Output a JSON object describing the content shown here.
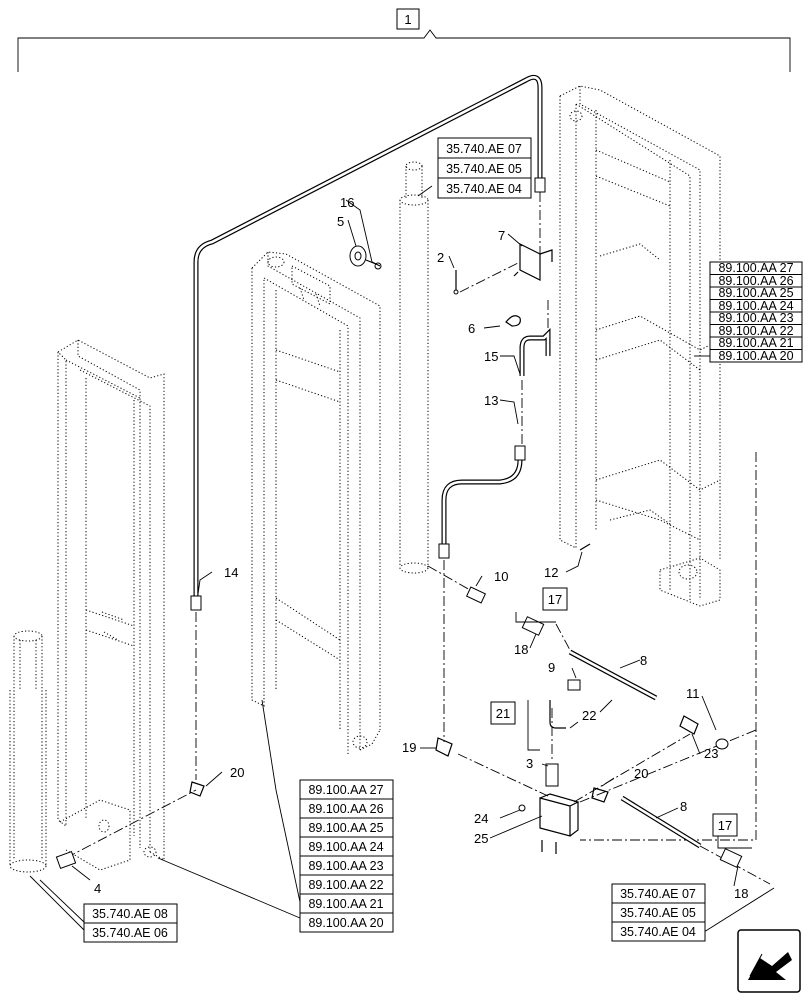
{
  "diagram": {
    "assembly_label": "1",
    "ref_groups": {
      "top_center": [
        "35.740.AE 07",
        "35.740.AE 05",
        "35.740.AE 04"
      ],
      "right": [
        "89.100.AA 27",
        "89.100.AA 26",
        "89.100.AA 25",
        "89.100.AA 24",
        "89.100.AA 23",
        "89.100.AA 22",
        "89.100.AA 21",
        "89.100.AA 20"
      ],
      "bottom_center": [
        "89.100.AA 27",
        "89.100.AA 26",
        "89.100.AA 25",
        "89.100.AA 24",
        "89.100.AA 23",
        "89.100.AA 22",
        "89.100.AA 21",
        "89.100.AA 20"
      ],
      "bottom_left": [
        "35.740.AE 08",
        "35.740.AE 06"
      ],
      "bottom_right": [
        "35.740.AE 07",
        "35.740.AE 05",
        "35.740.AE 04"
      ]
    },
    "boxed_callouts": {
      "kit_17_upper": "17",
      "kit_17_lower": "17",
      "kit_21": "21"
    },
    "callouts": {
      "c2": "2",
      "c3": "3",
      "c4": "4",
      "c5": "5",
      "c6": "6",
      "c7": "7",
      "c8a": "8",
      "c8b": "8",
      "c9": "9",
      "c10": "10",
      "c11": "11",
      "c12": "12",
      "c13": "13",
      "c14": "14",
      "c15": "15",
      "c16": "16",
      "c18a": "18",
      "c18b": "18",
      "c19": "19",
      "c20a": "20",
      "c20b": "20",
      "c22": "22",
      "c23": "23",
      "c24": "24",
      "c25": "25"
    },
    "nav_icon": "next-page-arrow-icon"
  }
}
